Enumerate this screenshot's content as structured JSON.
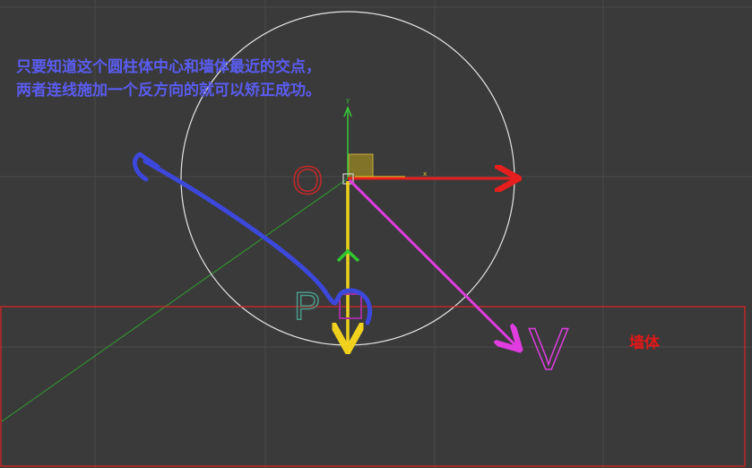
{
  "annotation": {
    "line1": "只要知道这个圆柱体中心和墙体最近的交点，",
    "line2": "两者连线施加一个反方向的就可以矫正成功。",
    "color": "#5a5cf0"
  },
  "wall_label": "墙体",
  "points": {
    "o_label": "O",
    "p_label": "P",
    "v_label": "V"
  },
  "gizmo": {
    "y_axis_label": "y",
    "x_axis_label": "x"
  },
  "colors": {
    "background": "#3a3a3a",
    "grid": "#4a4a4a",
    "circle": "#e6e6e6",
    "wall": "#e02424",
    "x_axis": "#e61e1e",
    "y_axis": "#37c837",
    "o_label": "#c8282a",
    "p_label": "#4a9a8a",
    "v_vector": "#e03ce0",
    "correction": "#f0d21e",
    "annotation_stroke": "#3c48dc",
    "ray": "#2ea02e"
  }
}
